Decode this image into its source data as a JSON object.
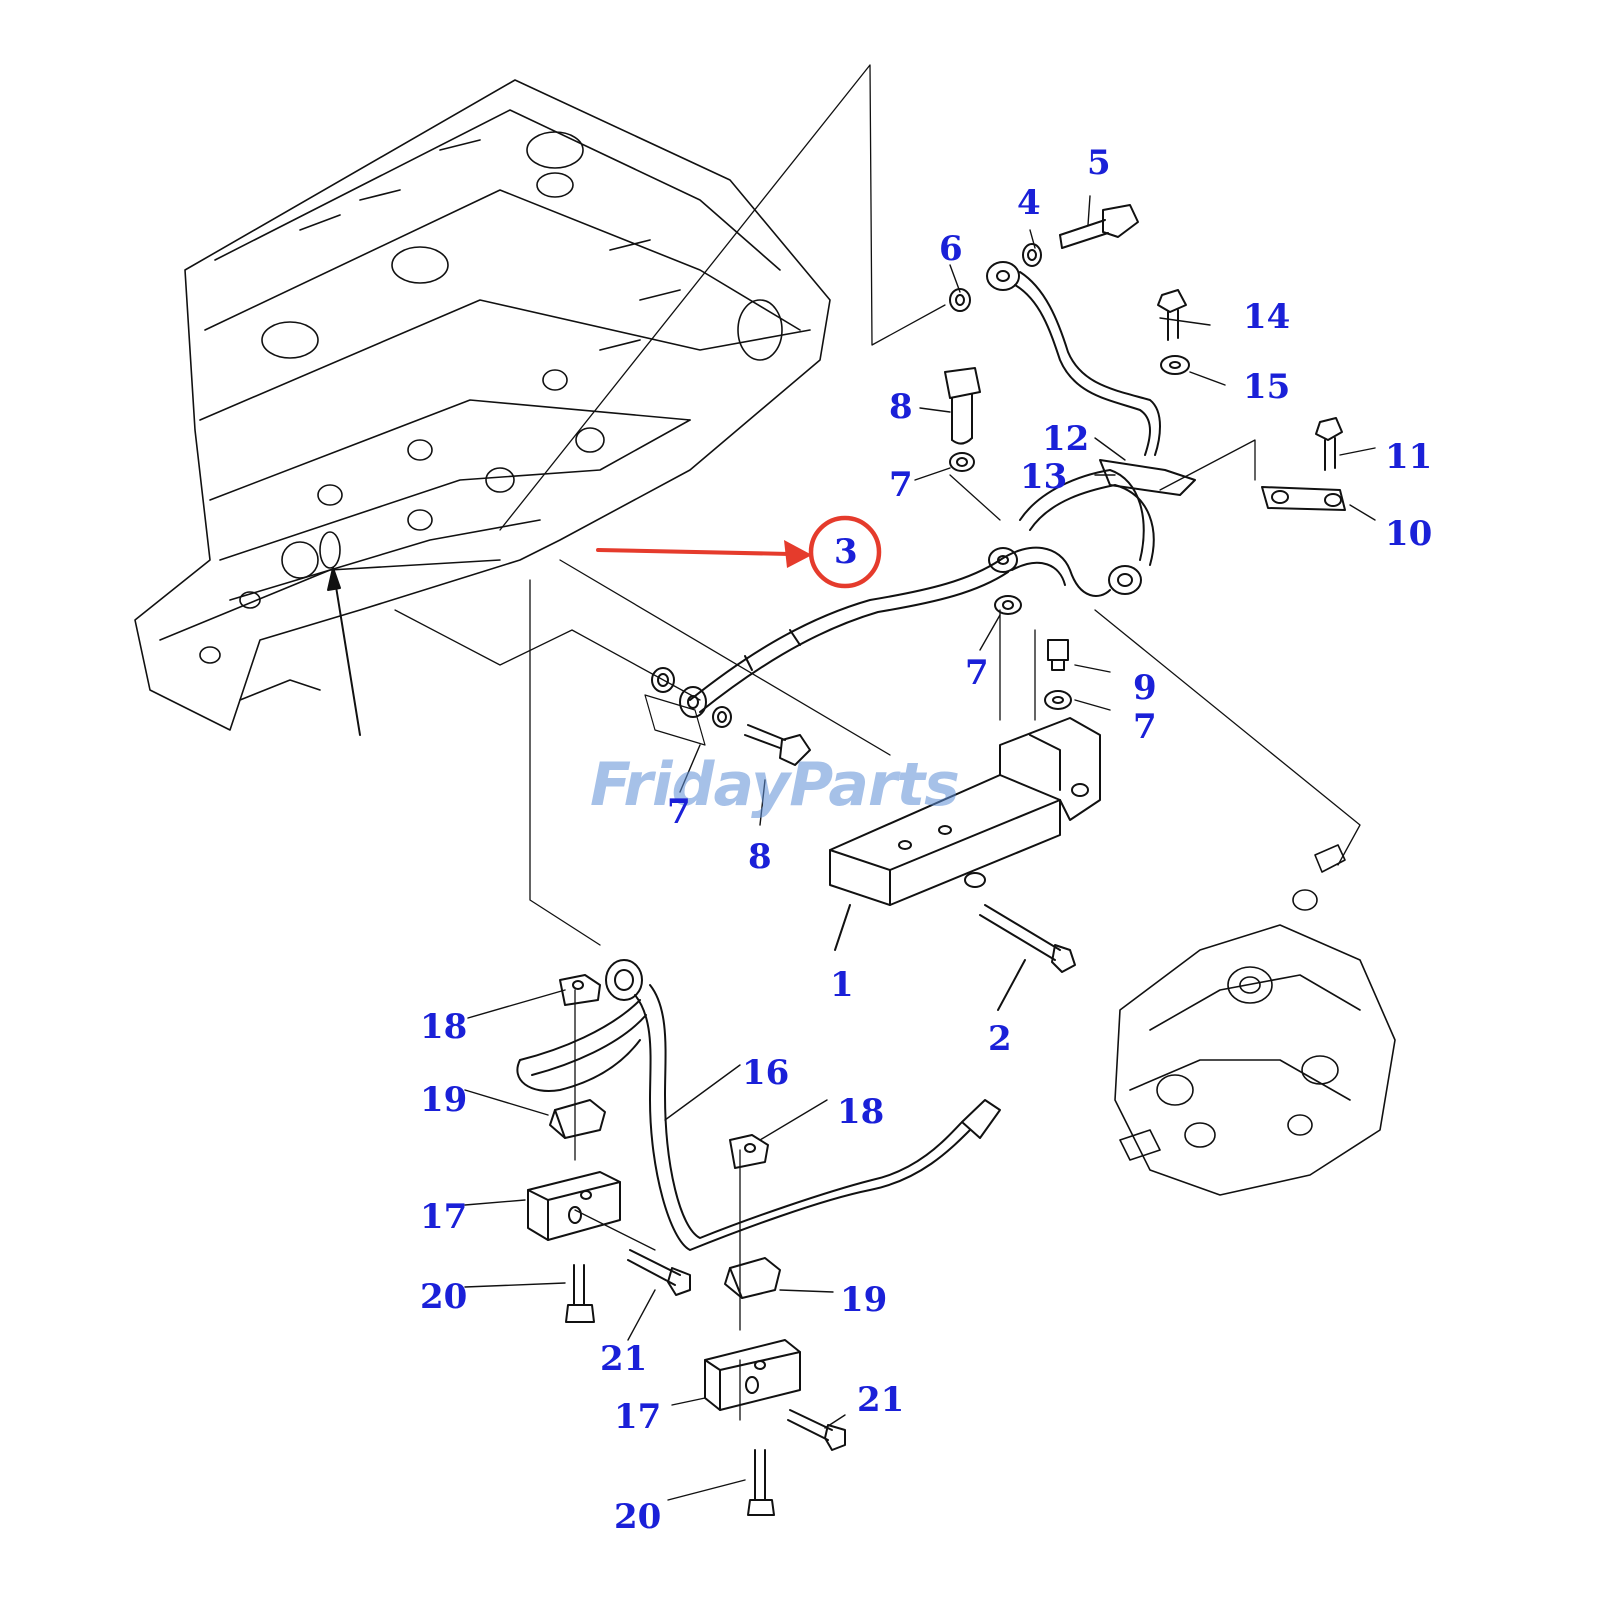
{
  "watermark": {
    "part1": "Friday",
    "part2": "Parts"
  },
  "highlight": {
    "label": "3",
    "ring_color": "#e53b2c",
    "arrow_color": "#e53b2c"
  },
  "callouts": [
    "1",
    "2",
    "4",
    "5",
    "6",
    "8",
    "7",
    "7",
    "7",
    "9",
    "7",
    "8",
    "10",
    "11",
    "12",
    "13",
    "14",
    "15",
    "16",
    "17",
    "17",
    "18",
    "18",
    "19",
    "19",
    "20",
    "20",
    "21",
    "21"
  ],
  "colors": {
    "label": "#1a20d8",
    "line": "#111111",
    "watermark": "#5f8fd6",
    "watermark_accent": "#f0a33a"
  }
}
